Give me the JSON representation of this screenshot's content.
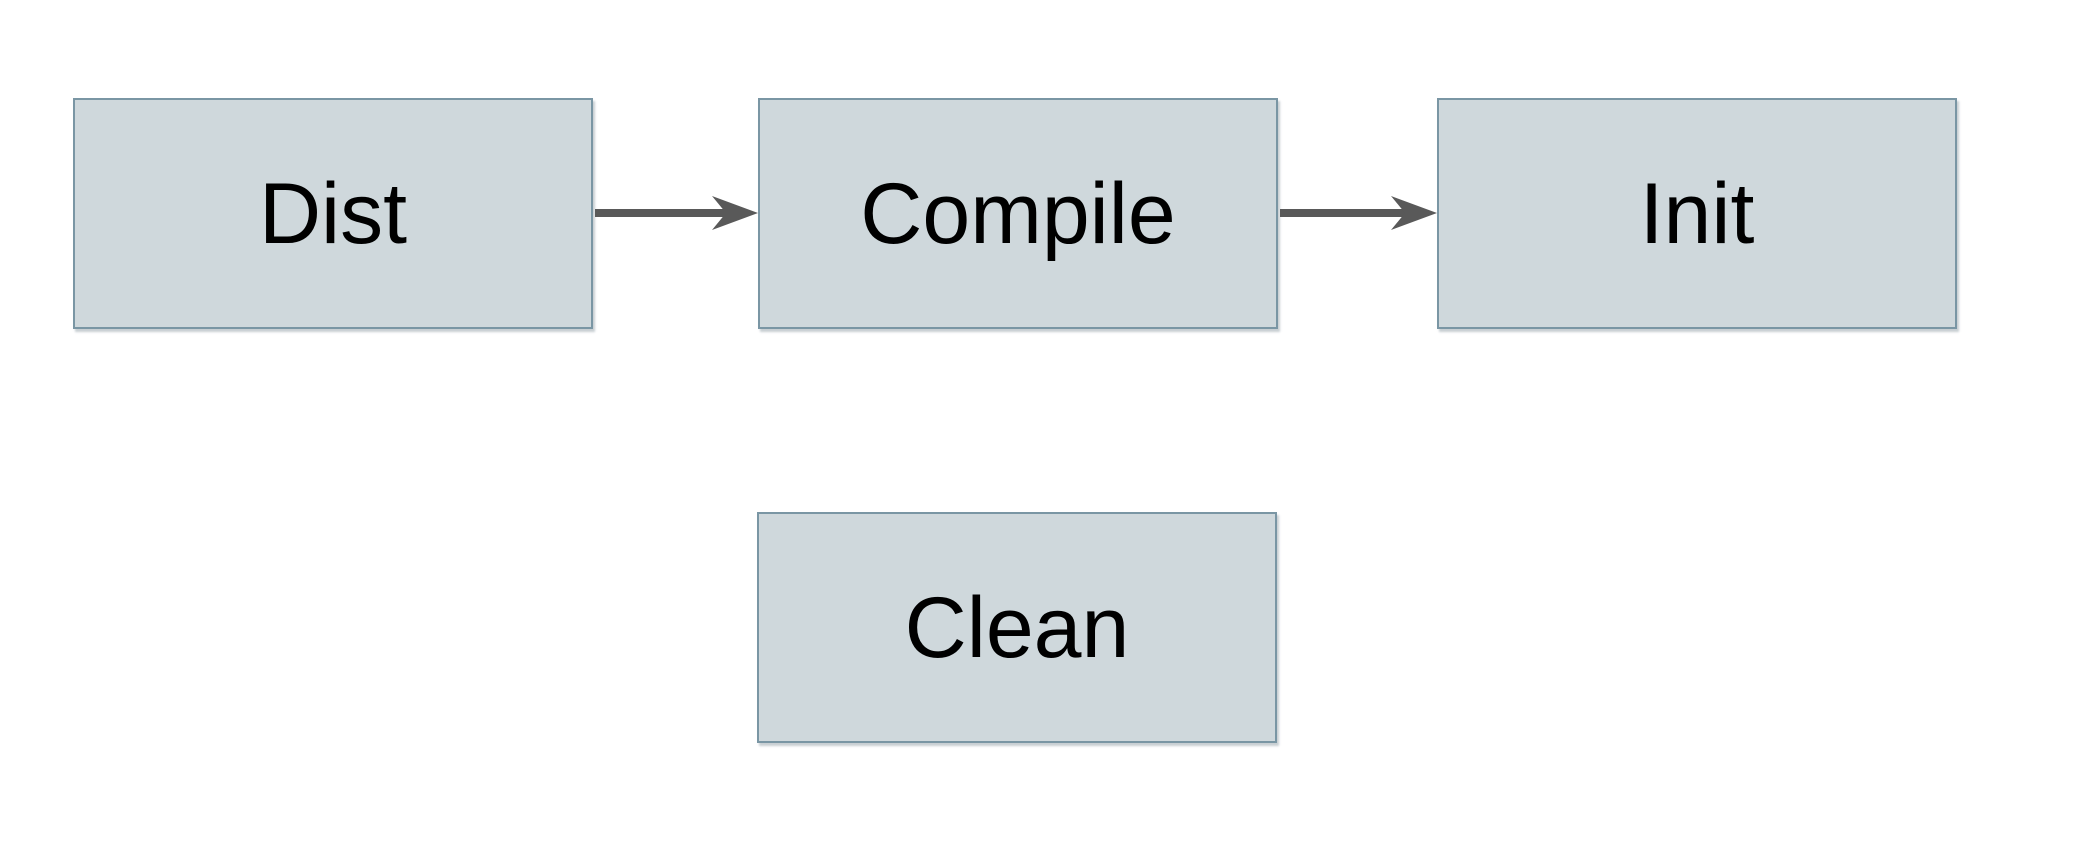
{
  "diagram": {
    "type": "flowchart",
    "background": "#ffffff",
    "colors": {
      "node_fill": "#cfd8dc",
      "node_border": "#7a96a4",
      "label_color": "#000000",
      "arrow_color": "#595959"
    },
    "nodes": [
      {
        "id": "dist",
        "label": "Dist"
      },
      {
        "id": "compile",
        "label": "Compile"
      },
      {
        "id": "init",
        "label": "Init"
      },
      {
        "id": "clean",
        "label": "Clean"
      }
    ],
    "edges": [
      {
        "from": "dist",
        "to": "compile",
        "style": "arrow"
      },
      {
        "from": "compile",
        "to": "init",
        "style": "arrow"
      }
    ]
  }
}
